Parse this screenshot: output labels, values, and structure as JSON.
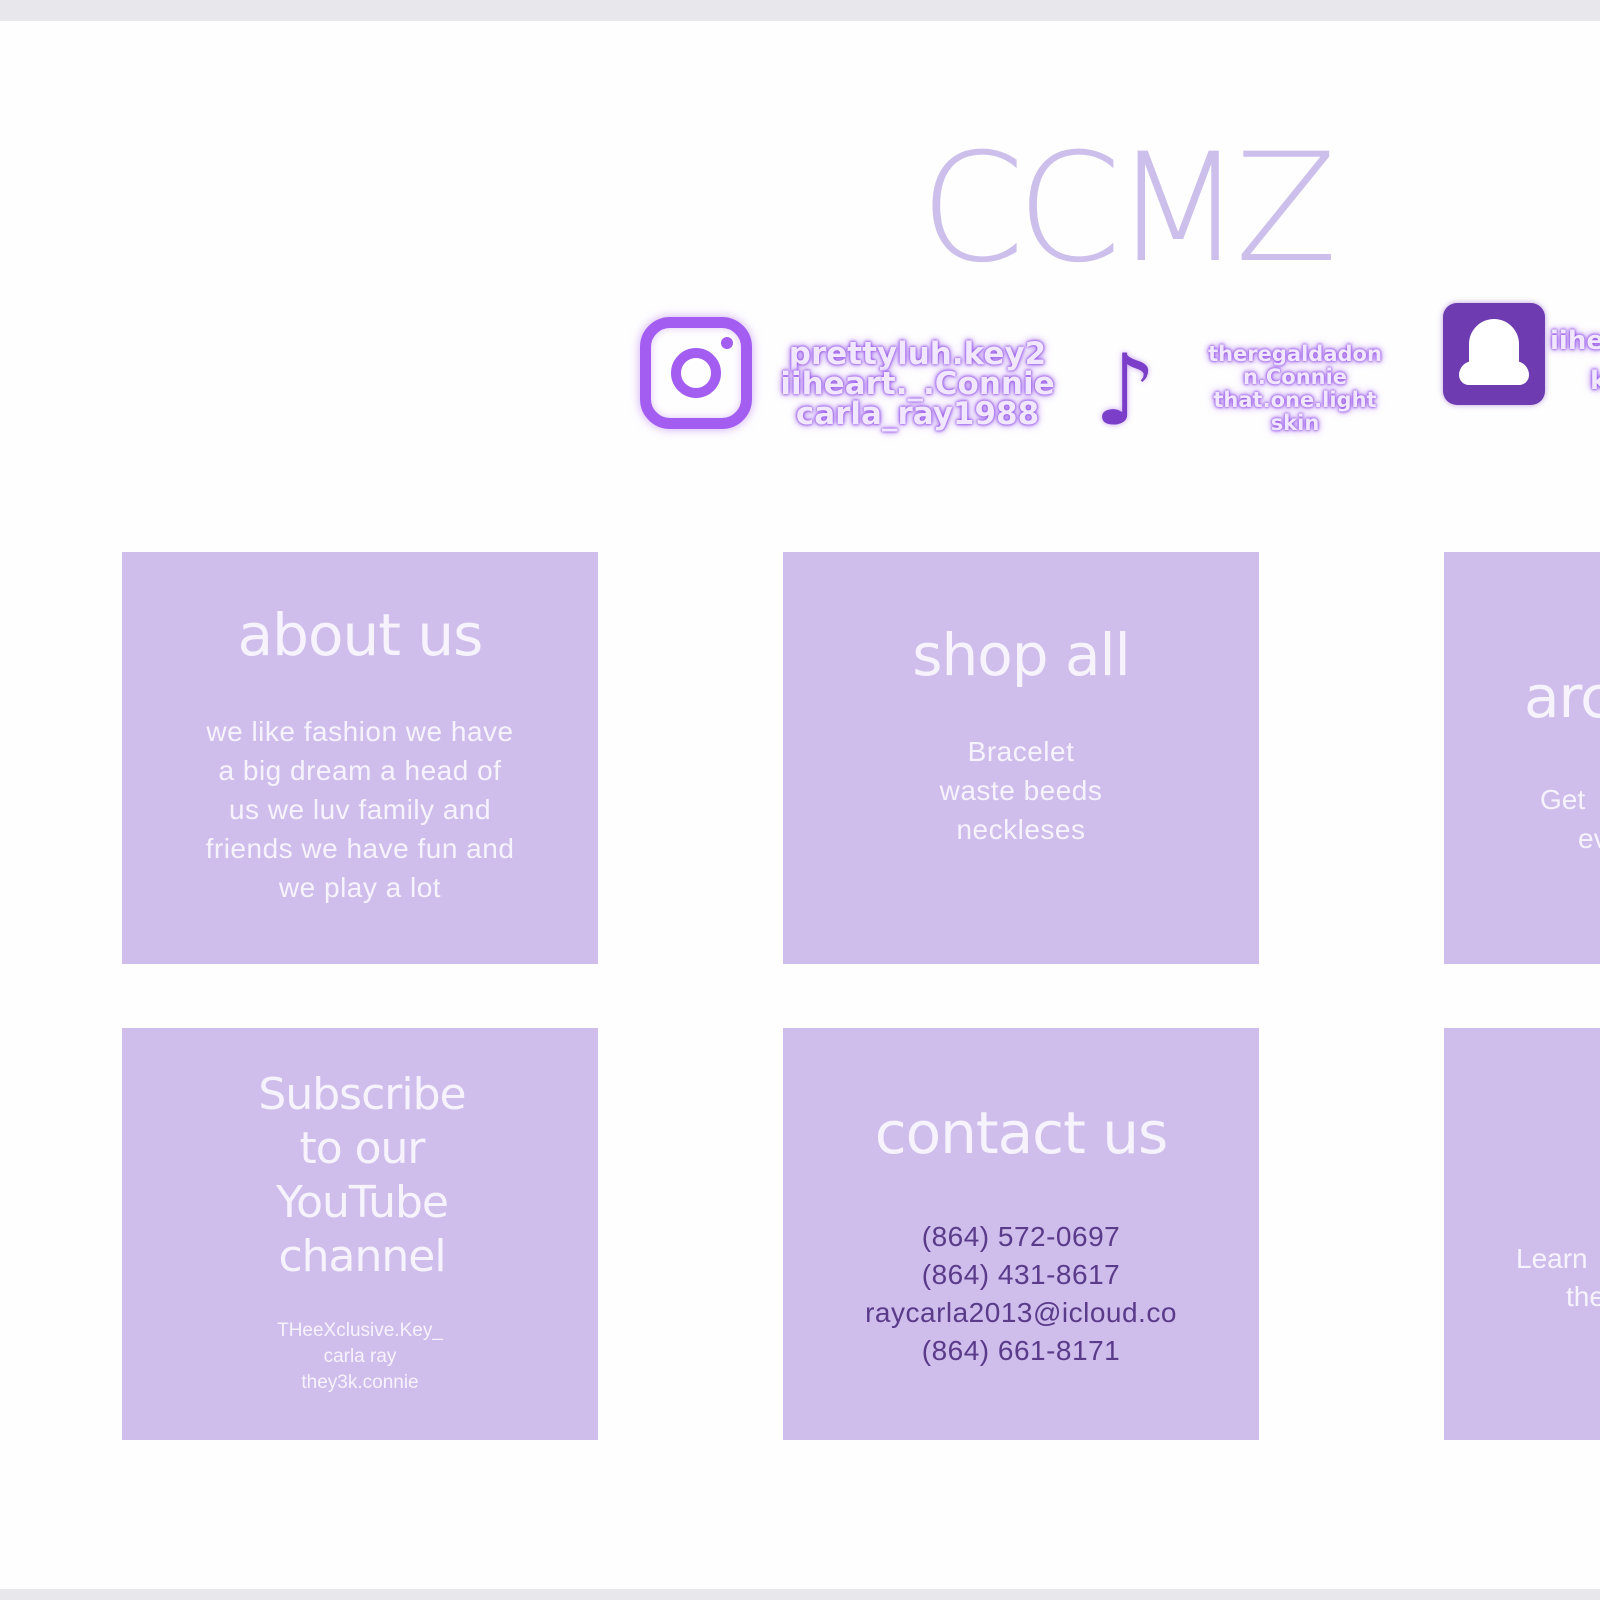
{
  "brand": "CCMZ",
  "colors": {
    "accent": "#cfbdec",
    "brand_text": "#cdbfeb",
    "instagram": "#a35df0",
    "tiktok": "#7b3ec9",
    "snapchat": "#6e3bb0",
    "contact_text": "#5a3b8a"
  },
  "social": {
    "instagram": {
      "icon": "instagram-icon",
      "handles": [
        "prettyluh.key2",
        "iiheart._.Connie",
        "carla_ray1988"
      ]
    },
    "tiktok": {
      "icon": "tiktok-icon",
      "glyph": "♪",
      "handles": [
        "theregaldadon",
        "n.Connie",
        "that.one.light",
        "skin"
      ]
    },
    "snapchat": {
      "icon": "snapchat-icon",
      "handles": [
        "iihe",
        "k"
      ]
    }
  },
  "cards": {
    "about": {
      "title": "about us",
      "lines": [
        "we like fashion we have",
        "a big dream a head of",
        "us we luv family and",
        "friends we have fun and",
        "we play a lot"
      ]
    },
    "shop": {
      "title": "shop all",
      "lines": [
        "Bracelet",
        "waste beeds",
        "neckleses"
      ]
    },
    "around": {
      "title": "arc",
      "line1": "Get",
      "line2": "ev"
    },
    "subscribe": {
      "title_lines": [
        "Subscribe",
        "to our",
        "YouTube",
        "channel"
      ],
      "lines": [
        "THeeXclusive.Key_",
        "carla ray",
        "they3k.connie"
      ]
    },
    "contact": {
      "title": "contact us",
      "lines": [
        "(864) 572-0697",
        "(864) 431-8617",
        "raycarla2013@icloud.co",
        "(864) 661-8171"
      ]
    },
    "learn": {
      "line1": "Learn",
      "line2": "the"
    }
  }
}
